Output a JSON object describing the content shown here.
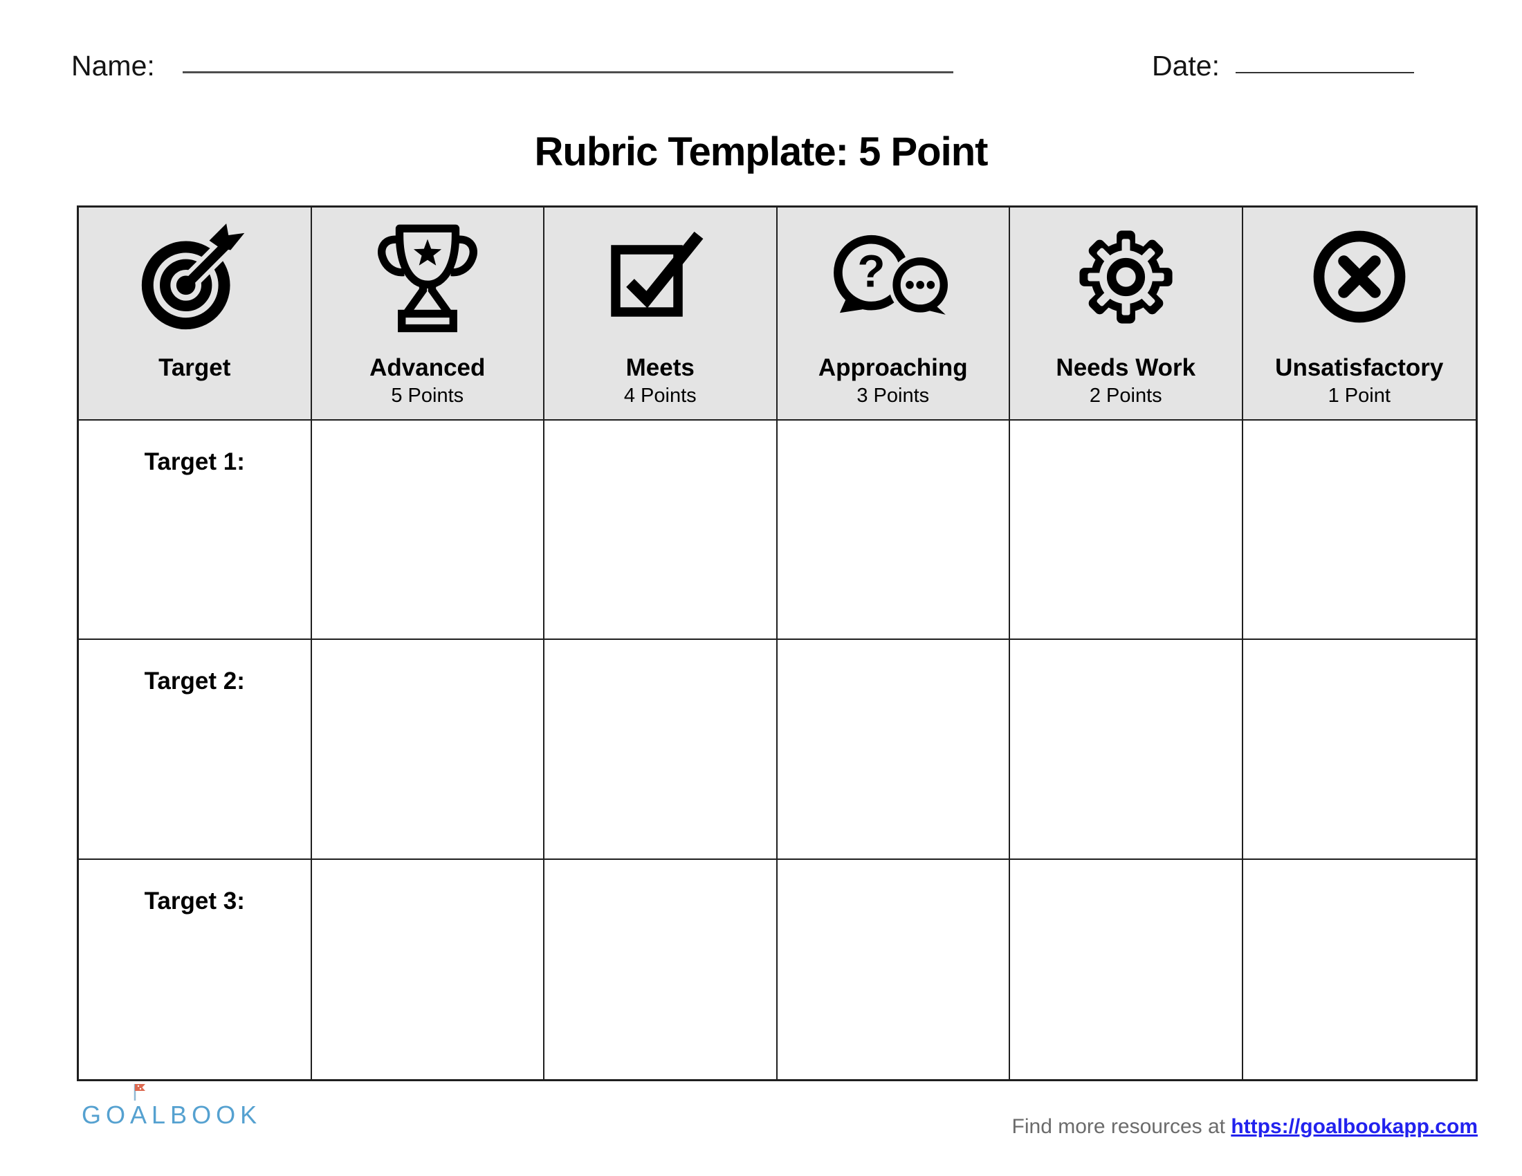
{
  "page": {
    "name_label": "Name:",
    "date_label": "Date:",
    "title": "Rubric Template: 5 Point"
  },
  "table": {
    "columns": [
      {
        "label": "Target",
        "points": "",
        "icon": "target-bullseye-icon"
      },
      {
        "label": "Advanced",
        "points": "5 Points",
        "icon": "trophy-icon"
      },
      {
        "label": "Meets",
        "points": "4 Points",
        "icon": "checkbox-check-icon"
      },
      {
        "label": "Approaching",
        "points": "3 Points",
        "icon": "question-chat-bubbles-icon"
      },
      {
        "label": "Needs Work",
        "points": "2 Points",
        "icon": "gear-icon"
      },
      {
        "label": "Unsatisfactory",
        "points": "1 Point",
        "icon": "x-circle-icon"
      }
    ],
    "rows": [
      {
        "label": "Target 1:"
      },
      {
        "label": "Target 2:"
      },
      {
        "label": "Target 3:"
      }
    ],
    "bubble_question_mark": "?"
  },
  "footer": {
    "logo": {
      "part1": "GO",
      "part2": "A",
      "part3": "LBOOK"
    },
    "find_text": "Find more resources at",
    "link_text": "https://goalbookapp.com"
  },
  "colors": {
    "header_bg": "#e4e4e4",
    "border": "#1f1f1f",
    "link_blue": "#2222ee",
    "logo_blue": "#55a1d0",
    "flag_orange": "#dd6950",
    "footer_gray": "#6b6b6b"
  }
}
